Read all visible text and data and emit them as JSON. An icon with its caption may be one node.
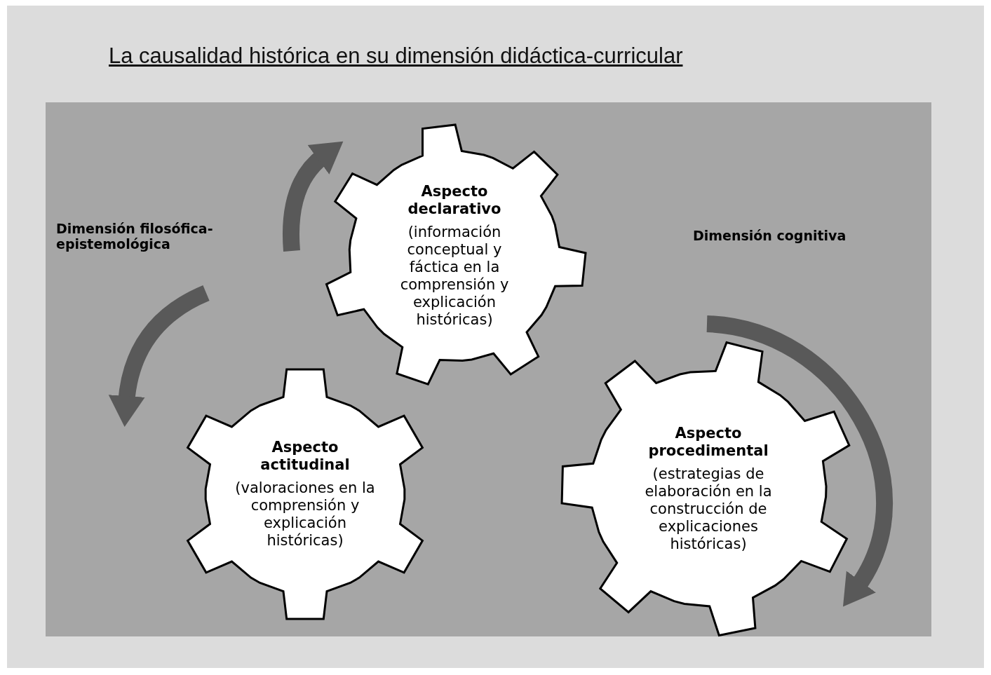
{
  "diagram": {
    "title": "La causalidad histórica en su dimensión didáctica-curricular",
    "nodes": [
      {
        "text": [
          "Aspecto declarativo",
          "(información conceptual y fáctica en la comprensión y explicación históricas)"
        ]
      },
      {
        "text": [
          "Aspecto actitudinal",
          "(valoraciones en la comprensión y explicación históricas)"
        ]
      },
      {
        "text": [
          "Aspecto procedimental",
          "(estrategias de elaboración en la construcción de explicaciones históricas)"
        ]
      }
    ],
    "edges": [
      {
        "from": null,
        "to": 0,
        "arrow": "to"
      },
      {
        "from": null,
        "to": 1,
        "arrow": "to"
      },
      {
        "from": null,
        "to": 2,
        "arrow": "to"
      }
    ],
    "labels": [
      "Dimensión filosófica-epistemológica",
      "Dimensión cognitiva"
    ]
  }
}
